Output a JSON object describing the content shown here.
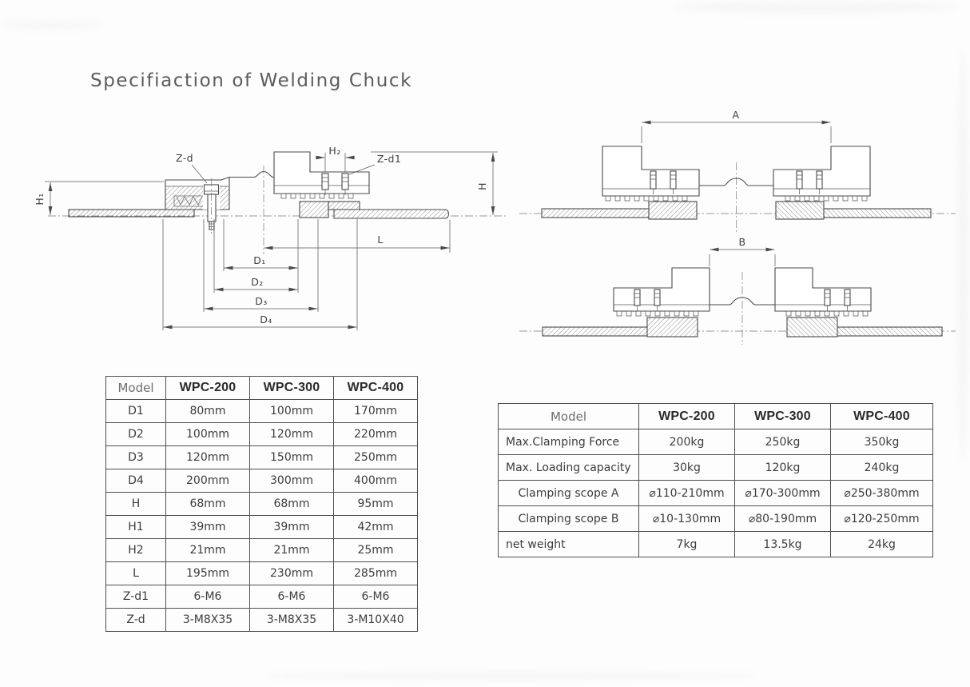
{
  "title": "Specifiaction of Welding Chuck",
  "drawings": {
    "section_view": {
      "description": "welding chuck cross-section",
      "labels": {
        "z_d": "Z-d",
        "h2": "H₂",
        "z_d1": "Z-d1",
        "h": "H",
        "h1": "H₁",
        "l": "L",
        "d1": "D₁",
        "d2": "D₂",
        "d3": "D₃",
        "d4": "D₄"
      }
    },
    "max_open_view": {
      "dim_label": "A"
    },
    "min_open_view": {
      "dim_label": "B"
    }
  },
  "dimension_table": {
    "headers": [
      "Model",
      "WPC-200",
      "WPC-300",
      "WPC-400"
    ],
    "rows": [
      [
        "D1",
        "80mm",
        "100mm",
        "170mm"
      ],
      [
        "D2",
        "100mm",
        "120mm",
        "220mm"
      ],
      [
        "D3",
        "120mm",
        "150mm",
        "250mm"
      ],
      [
        "D4",
        "200mm",
        "300mm",
        "400mm"
      ],
      [
        "H",
        "68mm",
        "68mm",
        "95mm"
      ],
      [
        "H1",
        "39mm",
        "39mm",
        "42mm"
      ],
      [
        "H2",
        "21mm",
        "21mm",
        "25mm"
      ],
      [
        "L",
        "195mm",
        "230mm",
        "285mm"
      ],
      [
        "Z-d1",
        "6-M6",
        "6-M6",
        "6-M6"
      ],
      [
        "Z-d",
        "3-M8X35",
        "3-M8X35",
        "3-M10X40"
      ]
    ]
  },
  "spec_table": {
    "headers": [
      "Model",
      "WPC-200",
      "WPC-300",
      "WPC-400"
    ],
    "rows": [
      [
        "Max.Clamping Force",
        "200kg",
        "250kg",
        "350kg"
      ],
      [
        "Max. Loading capacity",
        "30kg",
        "120kg",
        "240kg"
      ],
      [
        "Clamping scope A",
        "⌀110-210mm",
        "⌀170-300mm",
        "⌀250-380mm"
      ],
      [
        "Clamping scope B",
        "⌀10-130mm",
        "⌀80-190mm",
        "⌀120-250mm"
      ],
      [
        "net weight",
        "7kg",
        "13.5kg",
        "24kg"
      ]
    ]
  },
  "colors": {
    "line": "#4a4a4a",
    "text": "#3d3d3d",
    "background": "#fdfdfd"
  }
}
